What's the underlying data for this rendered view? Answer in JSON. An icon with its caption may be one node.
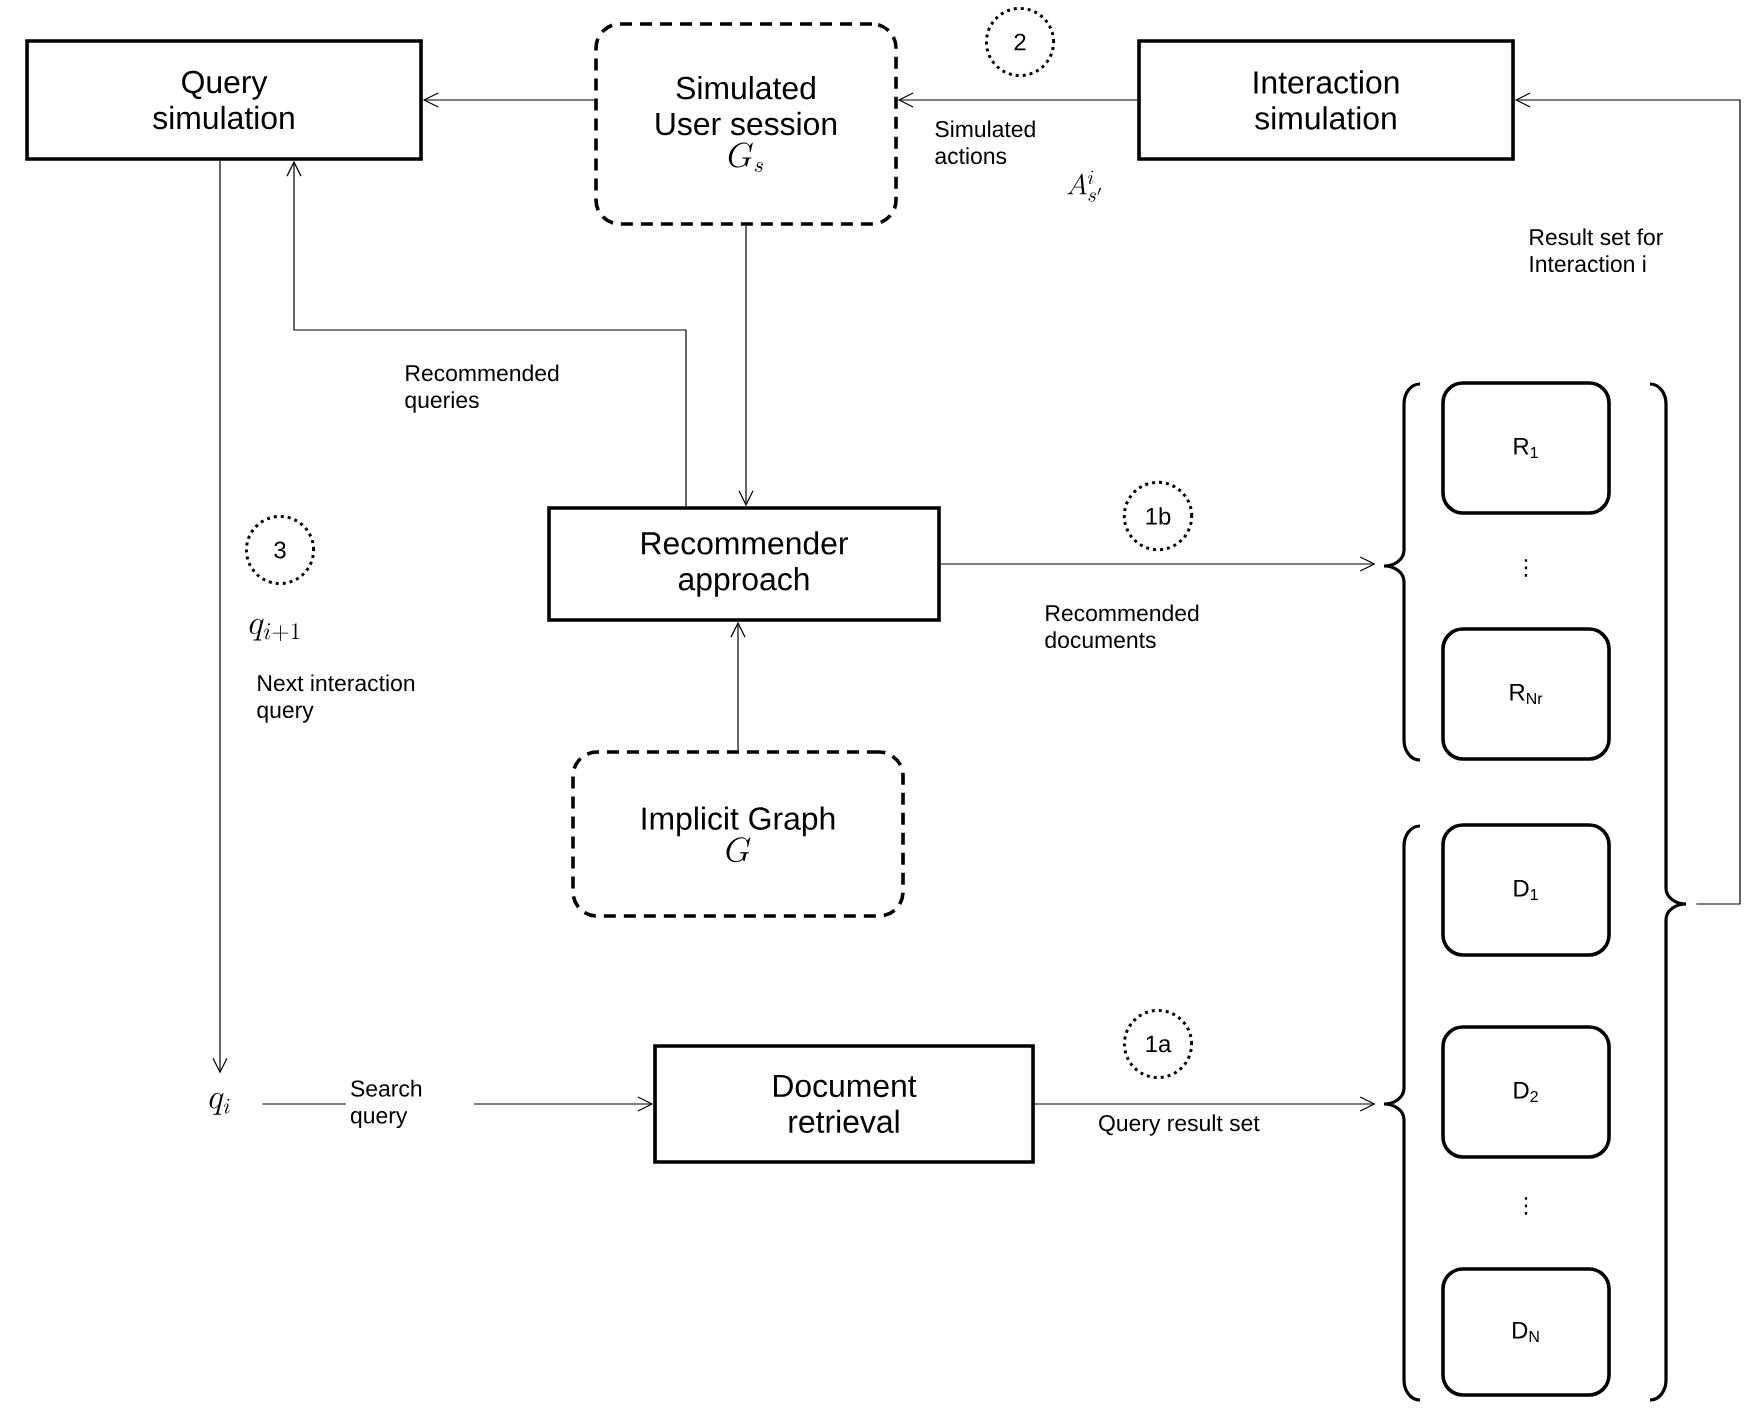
{
  "diagram": {
    "nodes": [
      {
        "text": [
          "Query simulation"
        ]
      },
      {
        "text": [
          "Simulated User session",
          "G_s"
        ]
      },
      {
        "text": [
          "Interaction simulation"
        ]
      },
      {
        "text": [
          "Recommender approach"
        ]
      },
      {
        "text": [
          "Implicit Graph",
          "G"
        ]
      },
      {
        "text": [
          "q_i"
        ]
      },
      {
        "text": [
          "Document retrieval"
        ]
      },
      {
        "text": [],
        "shape": "bracket"
      },
      {
        "text": [],
        "shape": "bracket"
      },
      {
        "text": [
          "R$_{1}$"
        ]
      },
      {
        "text": [
          "R$_{Nr}$"
        ]
      },
      {
        "text": [],
        "shape": "bracket"
      },
      {
        "text": [
          "D$_{1}$"
        ]
      },
      {
        "text": [
          "D$_{2}$"
        ]
      },
      {
        "text": [
          "D$_{N}$"
        ]
      },
      {
        "text": [
          "2"
        ]
      },
      {
        "text": [
          "1b"
        ]
      },
      {
        "text": [
          "3"
        ]
      },
      {
        "text": [
          "1a"
        ]
      }
    ],
    "edges": [
      {
        "from": 1,
        "to": 0,
        "arrow": "to"
      },
      {
        "from": 2,
        "to": 1,
        "arrow": "to",
        "label": "Simulated actions"
      },
      {
        "from": 7,
        "to": 2,
        "arrow": "to",
        "label": "Result set for Interaction i"
      },
      {
        "from": 1,
        "to": 3,
        "arrow": "to"
      },
      {
        "from": 3,
        "to": 0,
        "arrow": "to",
        "label": "Recommended queries"
      },
      {
        "from": 4,
        "to": 3,
        "arrow": "to"
      },
      {
        "from": 3,
        "to": 8,
        "arrow": "to",
        "label": "Recommended documents"
      },
      {
        "from": 0,
        "to": 5,
        "arrow": "to",
        "label": "Next interaction query"
      },
      {
        "from": 5,
        "to": 6,
        "arrow": "to",
        "label": "Search query"
      },
      {
        "from": 6,
        "to": 11,
        "arrow": "to",
        "label": "Query result set"
      }
    ],
    "labels": [
      "q_{i+1}",
      "A_{s'}^{i}",
      "⋮",
      "⋮"
    ]
  }
}
